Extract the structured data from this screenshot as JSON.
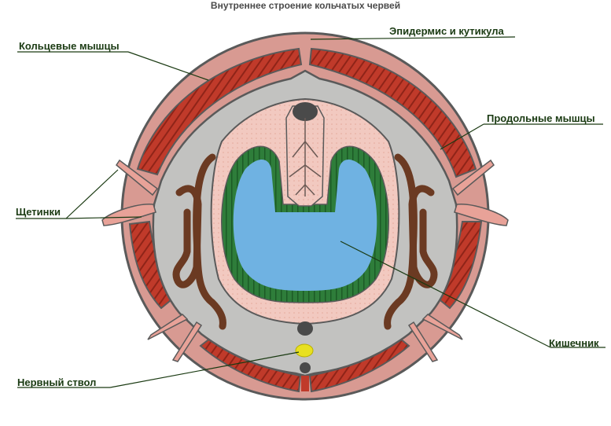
{
  "title": "Внутреннее строение кольчатых червей",
  "labels": {
    "epidermis": "Эпидермис и кутикула",
    "circular_muscles": "Кольцевые мышцы",
    "longitudinal_muscles": "Продольные мышцы",
    "setae": "Щетинки",
    "intestine": "Кишечник",
    "nerve_cord": "Нервный ствол"
  },
  "colors": {
    "body_wall": "#d89a92",
    "muscle": "#c03a2a",
    "cavity": "#c2c2c0",
    "intestine_lumen": "#6fb2e2",
    "intestine_wall": "#2e7d3a",
    "nephridia": "#6b3a22",
    "nerve": "#e8e020",
    "outline": "#5a5a5a"
  }
}
